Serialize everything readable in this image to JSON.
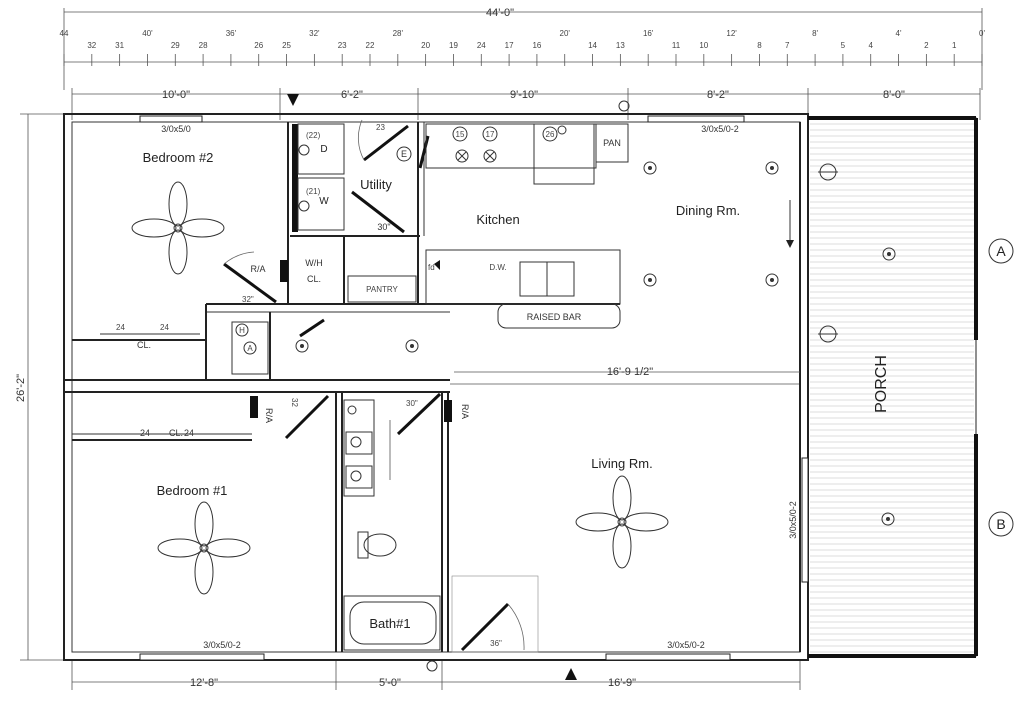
{
  "ruler": {
    "overall": "44'-0\"",
    "ticks": [
      "44",
      "32",
      "31",
      "40'",
      "29",
      "28",
      "36'",
      "26",
      "25",
      "32'",
      "23",
      "22",
      "28'",
      "20",
      "19",
      "24",
      "17",
      "16",
      "20'",
      "14",
      "13",
      "16'",
      "11",
      "10",
      "12'",
      "8",
      "7",
      "8'",
      "5",
      "4",
      "4'",
      "2",
      "1",
      "0'"
    ]
  },
  "top_dims": [
    "10'-0\"",
    "6'-2\"",
    "9'-10\"",
    "8'-2\"",
    "8'-0\""
  ],
  "bottom_dims": [
    "12'-8\"",
    "5'-0\"",
    "16'-9\""
  ],
  "side_dim": "26'-2\"",
  "mid_dim": "16'-9 1/2\"",
  "rooms": {
    "bedroom2": "Bedroom #2",
    "bedroom1": "Bedroom #1",
    "utility": "Utility",
    "kitchen": "Kitchen",
    "dining": "Dining Rm.",
    "living": "Living Rm.",
    "bath": "Bath#1",
    "porch": "PORCH",
    "wh_cl_1": "W/H",
    "wh_cl_2": "CL.",
    "pantry": "PANTRY",
    "raised_bar": "RAISED BAR",
    "closet_top": "CL.",
    "closet_bottom": "CL.",
    "pan": "PAN",
    "dw": "D.W."
  },
  "windows": {
    "bed2_top": "3/0x5/0",
    "dining_top": "3/0x5/0-2",
    "bed1_bottom": "3/0x5/0-2",
    "living_bottom": "3/0x5/0-2",
    "living_side": "3/0x5/0-2"
  },
  "small_labels": {
    "ra_top": "R/A",
    "ra_mid": "R/A",
    "ra_right": "R/A",
    "cl_24a": "24",
    "cl_24b": "24",
    "cl_24c": "24",
    "cl_24d": "24",
    "door_32a": "32\"",
    "door_32b": "32",
    "door_30a": "30\"",
    "door_30b": "30\"",
    "door_36": "36\"",
    "door_23": "23",
    "w15": "15",
    "w17": "17",
    "w26": "26",
    "w22": "(22)",
    "w21": "(21)",
    "d": "D",
    "w": "W",
    "e": "E",
    "h": "H",
    "a": "A",
    "fd": "fd"
  },
  "grid_markers": [
    "A",
    "B"
  ]
}
